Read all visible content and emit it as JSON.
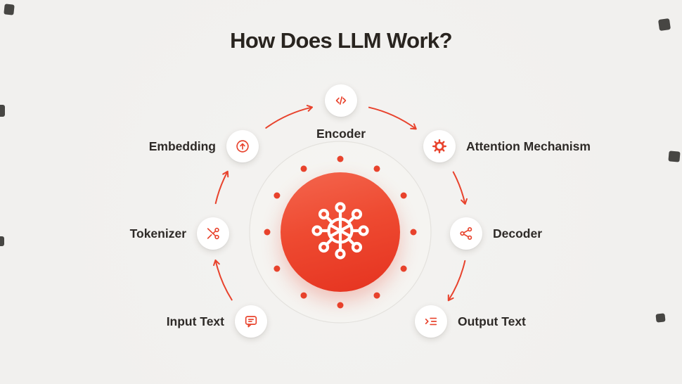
{
  "title": "How Does LLM Work?",
  "colors": {
    "accent": "#e8432d",
    "background": "#f1f0ee",
    "label": "#2e2a27"
  },
  "center": {
    "icon": "neural-network-icon"
  },
  "steps": [
    {
      "label": "Input Text",
      "icon": "chat-bubble-icon"
    },
    {
      "label": "Tokenizer",
      "icon": "scissors-icon"
    },
    {
      "label": "Embedding",
      "icon": "arrow-up-circle-icon"
    },
    {
      "label": "Encoder",
      "icon": "code-icon"
    },
    {
      "label": "Attention Mechanism",
      "icon": "gear-icon"
    },
    {
      "label": "Decoder",
      "icon": "share-network-icon"
    },
    {
      "label": "Output Text",
      "icon": "list-arrow-icon"
    }
  ]
}
